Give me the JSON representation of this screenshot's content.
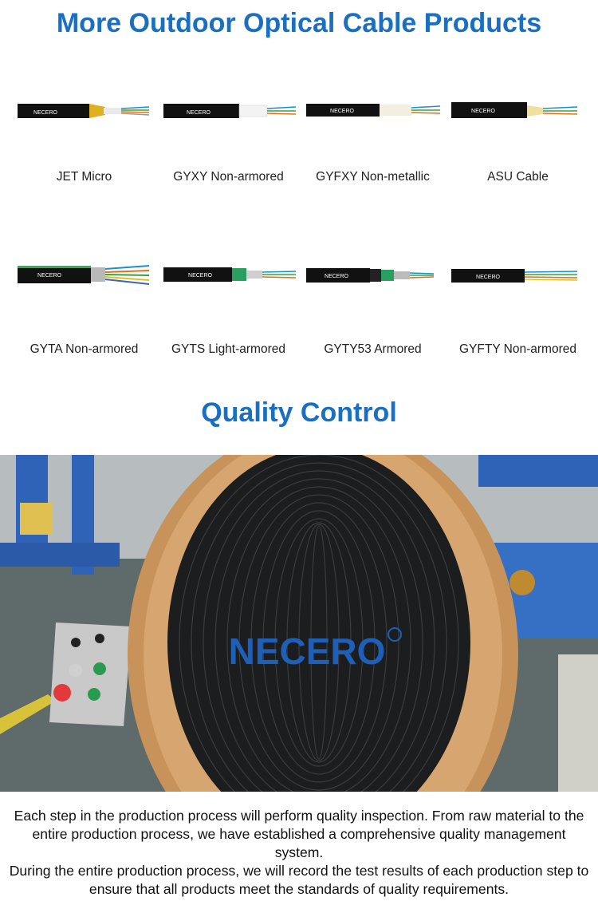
{
  "products_section": {
    "title": "More Outdoor Optical Cable Products",
    "brand_text": "NECERO",
    "items": [
      {
        "label": "JET Micro"
      },
      {
        "label": "GYXY Non-armored"
      },
      {
        "label": "GYFXY Non-metallic"
      },
      {
        "label": "ASU Cable"
      },
      {
        "label": "GYTA Non-armored"
      },
      {
        "label": "GYTS Light-armored"
      },
      {
        "label": "GYTY53 Armored"
      },
      {
        "label": "GYFTY Non-armored"
      }
    ]
  },
  "quality_section": {
    "title": "Quality Control",
    "watermark": "NECERO",
    "paragraphs": [
      "Each step in the production process will perform quality inspection. From raw material to the entire production process, we have established a comprehensive quality management system.",
      "During the entire production process, we will record the test results of each production step to ensure that all products meet the standards of quality requirements."
    ]
  },
  "colors": {
    "heading": "#1a6fc2",
    "cable_jacket": "#111111",
    "watermark": "#1e5fb8"
  }
}
